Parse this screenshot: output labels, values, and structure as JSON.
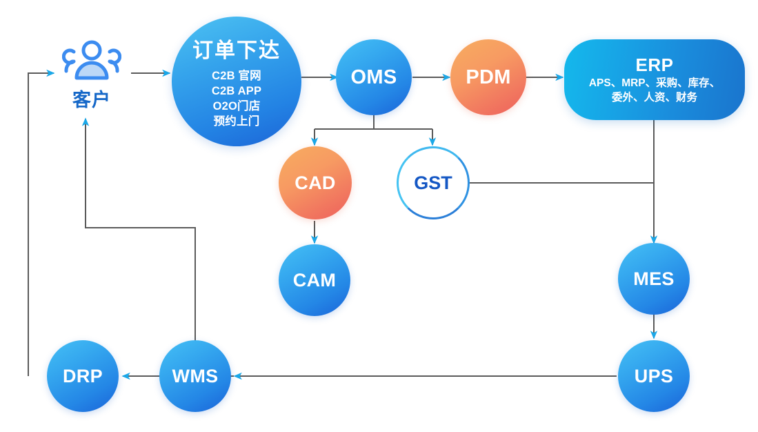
{
  "diagram": {
    "title": "Order-to-Delivery System Flow",
    "background": "#ffffff",
    "colors": {
      "blue_light": "#45c0f5",
      "blue_dark": "#1a62d8",
      "orange": "#f7ad60",
      "coral": "#ee5f5c",
      "erp_cyan": "#14b9ec",
      "erp_blue": "#1a74cd",
      "line": "#5a5a5a",
      "arrow": "#1ba8e8",
      "customer_text": "#1668c8",
      "gst_text": "#1457c4"
    }
  },
  "nodes": {
    "customer": {
      "label": "客户",
      "icon": "customers-group-icon",
      "shape": "icon"
    },
    "order": {
      "label": "订单下达",
      "shape": "circle",
      "lines": [
        "C2B 官网",
        "C2B APP",
        "O2O门店",
        "预约上门"
      ]
    },
    "oms": {
      "label": "OMS",
      "shape": "circle"
    },
    "pdm": {
      "label": "PDM",
      "shape": "circle"
    },
    "erp": {
      "label": "ERP",
      "shape": "rounded-rect",
      "lines": [
        "APS、MRP、采购、库存、",
        "委外、人资、财务"
      ]
    },
    "cad": {
      "label": "CAD",
      "shape": "circle"
    },
    "gst": {
      "label": "GST",
      "shape": "circle-outline"
    },
    "cam": {
      "label": "CAM",
      "shape": "circle"
    },
    "mes": {
      "label": "MES",
      "shape": "circle"
    },
    "ups": {
      "label": "UPS",
      "shape": "circle"
    },
    "wms": {
      "label": "WMS",
      "shape": "circle"
    },
    "drp": {
      "label": "DRP",
      "shape": "circle"
    }
  },
  "edges": [
    {
      "from": "return-loop",
      "to": "customer",
      "type": "arrow"
    },
    {
      "from": "customer",
      "to": "order",
      "type": "arrow"
    },
    {
      "from": "order",
      "to": "oms",
      "type": "arrow"
    },
    {
      "from": "oms",
      "to": "pdm",
      "type": "arrow"
    },
    {
      "from": "pdm",
      "to": "erp",
      "type": "arrow"
    },
    {
      "from": "oms",
      "to": "cad",
      "type": "arrow-branch"
    },
    {
      "from": "oms",
      "to": "gst",
      "type": "arrow-branch"
    },
    {
      "from": "cad",
      "to": "cam",
      "type": "arrow"
    },
    {
      "from": "gst",
      "to": "erp-mes-line",
      "type": "line"
    },
    {
      "from": "erp",
      "to": "mes",
      "type": "arrow"
    },
    {
      "from": "mes",
      "to": "ups",
      "type": "arrow"
    },
    {
      "from": "ups",
      "to": "wms",
      "type": "arrow"
    },
    {
      "from": "wms",
      "to": "drp",
      "type": "arrow"
    },
    {
      "from": "wms",
      "to": "customer",
      "type": "line-return"
    },
    {
      "from": "drp",
      "to": "customer",
      "type": "line-return"
    }
  ]
}
